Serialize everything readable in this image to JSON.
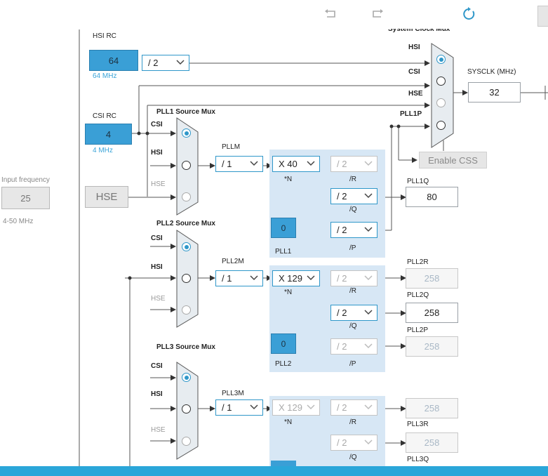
{
  "toolbar": {
    "undo_icon": "undo-icon",
    "redo_icon": "redo-icon",
    "refresh_icon": "refresh-icon"
  },
  "input_frequency": {
    "label": "Input frequency",
    "value": "25",
    "range": "4-50 MHz"
  },
  "hsi": {
    "label": "HSI RC",
    "value": "64",
    "freq": "64 MHz",
    "div": "/ 2"
  },
  "csi": {
    "label": "CSI RC",
    "value": "4",
    "freq": "4 MHz"
  },
  "hse": {
    "label": "HSE"
  },
  "sysclk_mux": {
    "title": "System Clock Mux",
    "in_hsi": "HSI",
    "in_csi": "CSI",
    "in_hse": "HSE",
    "in_pll1p": "PLL1P"
  },
  "sysclk": {
    "label": "SYSCLK (MHz)",
    "value": "32"
  },
  "enable_css": "Enable CSS",
  "pll1": {
    "mux_title": "PLL1 Source Mux",
    "in_csi": "CSI",
    "in_hsi": "HSI",
    "in_hse": "HSE",
    "m_label": "PLLM",
    "m_value": "/ 1",
    "n_value": "X 40",
    "n_label": "*N",
    "r_value": "/ 2",
    "r_label": "/R",
    "q_value": "/ 2",
    "q_label": "/Q",
    "p_value": "/ 2",
    "p_label": "/P",
    "frac": "0",
    "name": "PLL1",
    "q_out_label": "PLL1Q",
    "q_out_value": "80"
  },
  "pll2": {
    "mux_title": "PLL2 Source Mux",
    "in_csi": "CSI",
    "in_hsi": "HSI",
    "in_hse": "HSE",
    "m_label": "PLL2M",
    "m_value": "/ 1",
    "n_value": "X 129",
    "n_label": "*N",
    "r_value": "/ 2",
    "r_label": "/R",
    "q_value": "/ 2",
    "q_label": "/Q",
    "p_value": "/ 2",
    "p_label": "/P",
    "frac": "0",
    "name": "PLL2",
    "r_out_label": "PLL2R",
    "r_out_value": "258",
    "q_out_label": "PLL2Q",
    "q_out_value": "258",
    "p_out_label": "PLL2P",
    "p_out_value": "258"
  },
  "pll3": {
    "mux_title": "PLL3 Source Mux",
    "in_csi": "CSI",
    "in_hsi": "HSI",
    "in_hse": "HSE",
    "m_label": "PLL3M",
    "m_value": "/ 1",
    "n_value": "X 129",
    "n_label": "*N",
    "r_value": "/ 2",
    "r_label": "/R",
    "q_value": "/ 2",
    "q_label": "/Q",
    "r_out_label": "PLL3R",
    "r_out_value": "258",
    "q_out_label": "PLL3Q",
    "q_out_value": "258"
  },
  "colors": {
    "accent": "#3a9fd6",
    "panel": "#d7e7f5",
    "bar": "#2aa6d9"
  }
}
